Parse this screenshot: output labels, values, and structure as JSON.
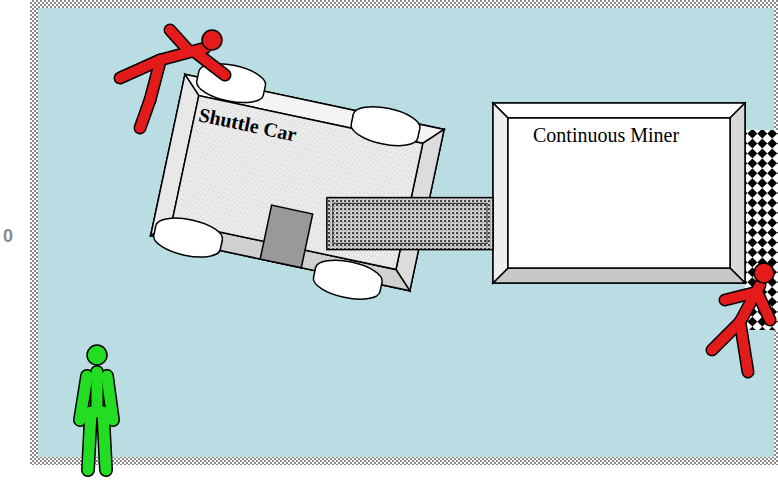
{
  "diagram": {
    "nodes": [
      {
        "text": [
          "Shuttle Car"
        ]
      },
      {
        "text": [
          "Continuous Miner"
        ]
      }
    ],
    "edges": [
      {
        "from": 0,
        "to": 1,
        "arrow": "none"
      }
    ],
    "labels": [
      "0"
    ]
  }
}
